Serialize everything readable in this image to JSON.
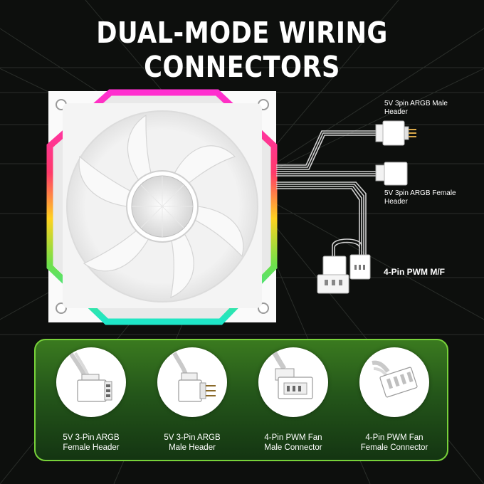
{
  "title": "DUAL-MODE WIRING CONNECTORS",
  "diagram": {
    "argb_male": {
      "line1": "5V 3pin ARGB Male",
      "line2": "Header"
    },
    "argb_female": {
      "line1": "5V 3pin ARGB Female",
      "line2": "Header"
    },
    "pwm": "4-Pin PWM M/F"
  },
  "connectors": [
    {
      "line1": "5V 3-Pin ARGB",
      "line2": "Female Header",
      "icon": "argb-female-header-icon"
    },
    {
      "line1": "5V 3-Pin ARGB",
      "line2": "Male Header",
      "icon": "argb-male-header-icon"
    },
    {
      "line1": "4-Pin PWM Fan",
      "line2": "Male Connector",
      "icon": "pwm-male-connector-icon"
    },
    {
      "line1": "4-Pin PWM Fan",
      "line2": "Female Connector",
      "icon": "pwm-female-connector-icon"
    }
  ],
  "colors": {
    "background": "#0d0f0d",
    "panel_border": "#78d23a",
    "panel_fill": "#2d6a1c",
    "rgb_top": "#ff2fd0",
    "rgb_mid": "#ffd21f",
    "rgb_bottom": "#1ee6c8"
  }
}
